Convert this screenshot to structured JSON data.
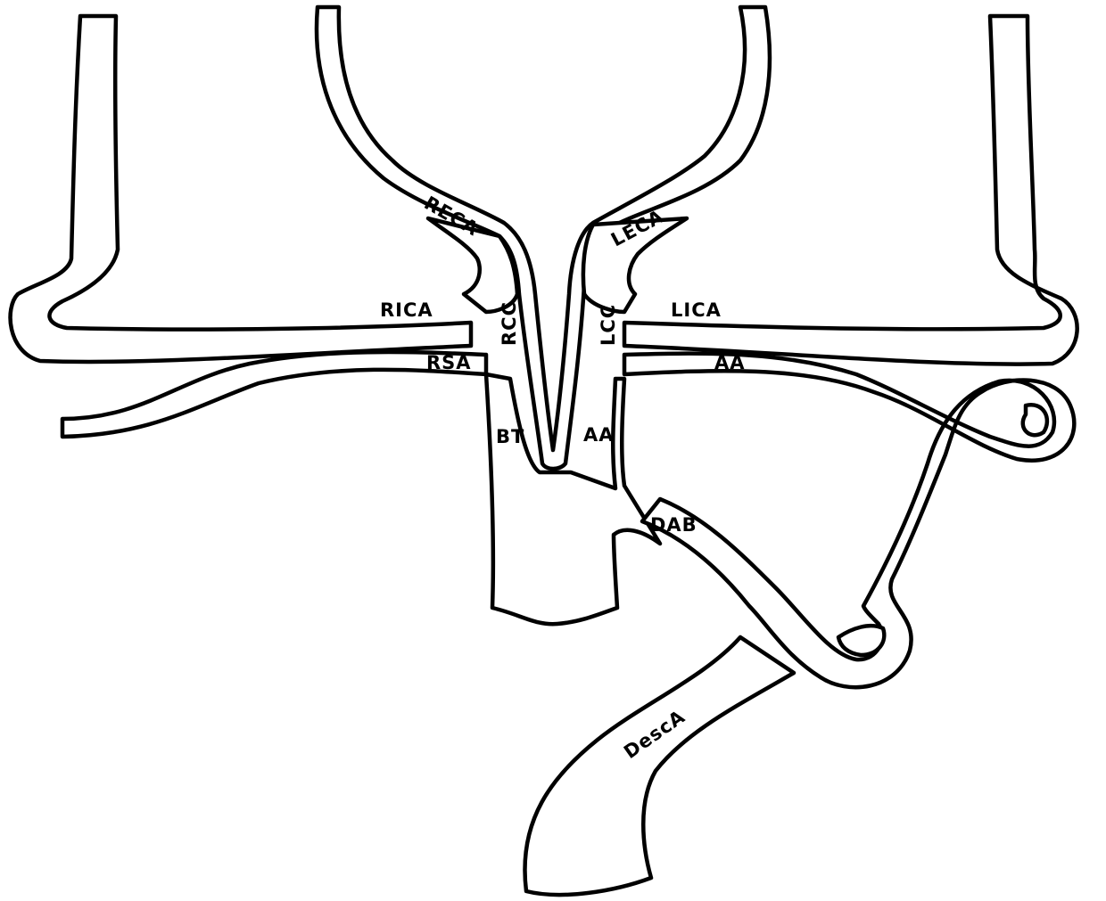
{
  "diagram": {
    "colors": {
      "vessel_stroke": "#000000",
      "vessel_fill": "#ffffff",
      "background": "#ffffff"
    },
    "labels": {
      "reca": "RECA",
      "leca": "LECA",
      "rica": "RICA",
      "lica": "LICA",
      "rcc": "RCC",
      "lcc": "LCC",
      "rsa": "RSA",
      "aa_upper": "AA",
      "aa_lower": "AA",
      "bt": "BT",
      "dab": "DAB",
      "desca": "DescA"
    }
  }
}
